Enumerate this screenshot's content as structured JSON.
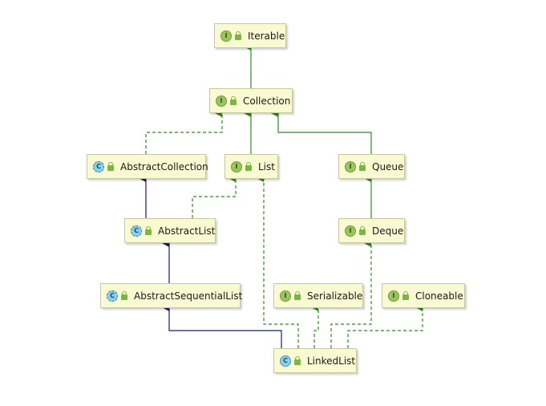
{
  "colors": {
    "node_fill": "#fafad2",
    "node_border": "#c8c8a0",
    "interface_edge": "#2e8b20",
    "class_edge": "#1a1a7a",
    "interface_badge": "#9ec55d",
    "class_badge": "#8ad0e8"
  },
  "nodes": {
    "iterable": {
      "label": "Iterable",
      "kind": "interface",
      "badge": "I"
    },
    "collection": {
      "label": "Collection",
      "kind": "interface",
      "badge": "I"
    },
    "abstract_collection": {
      "label": "AbstractCollection",
      "kind": "abstract-class",
      "badge": "C"
    },
    "list": {
      "label": "List",
      "kind": "interface",
      "badge": "I"
    },
    "queue": {
      "label": "Queue",
      "kind": "interface",
      "badge": "I"
    },
    "abstract_list": {
      "label": "AbstractList",
      "kind": "abstract-class",
      "badge": "C"
    },
    "deque": {
      "label": "Deque",
      "kind": "interface",
      "badge": "I"
    },
    "abstract_sequential_list": {
      "label": "AbstractSequentialList",
      "kind": "abstract-class",
      "badge": "C"
    },
    "serializable": {
      "label": "Serializable",
      "kind": "interface",
      "badge": "I"
    },
    "cloneable": {
      "label": "Cloneable",
      "kind": "interface",
      "badge": "I"
    },
    "linked_list": {
      "label": "LinkedList",
      "kind": "class",
      "badge": "C"
    }
  },
  "edges": [
    {
      "from": "Collection",
      "to": "Iterable",
      "relation": "extends",
      "style": "solid-green"
    },
    {
      "from": "AbstractCollection",
      "to": "Collection",
      "relation": "implements",
      "style": "dashed-green"
    },
    {
      "from": "List",
      "to": "Collection",
      "relation": "extends",
      "style": "solid-green"
    },
    {
      "from": "Queue",
      "to": "Collection",
      "relation": "extends",
      "style": "solid-green"
    },
    {
      "from": "AbstractList",
      "to": "AbstractCollection",
      "relation": "extends",
      "style": "solid-navy"
    },
    {
      "from": "AbstractList",
      "to": "List",
      "relation": "implements",
      "style": "dashed-green"
    },
    {
      "from": "Deque",
      "to": "Queue",
      "relation": "extends",
      "style": "solid-green"
    },
    {
      "from": "AbstractSequentialList",
      "to": "AbstractList",
      "relation": "extends",
      "style": "solid-navy"
    },
    {
      "from": "LinkedList",
      "to": "AbstractSequentialList",
      "relation": "extends",
      "style": "solid-navy"
    },
    {
      "from": "LinkedList",
      "to": "List",
      "relation": "implements",
      "style": "dashed-green"
    },
    {
      "from": "LinkedList",
      "to": "Serializable",
      "relation": "implements",
      "style": "dashed-green"
    },
    {
      "from": "LinkedList",
      "to": "Deque",
      "relation": "implements",
      "style": "dashed-green"
    },
    {
      "from": "LinkedList",
      "to": "Cloneable",
      "relation": "implements",
      "style": "dashed-green"
    }
  ]
}
